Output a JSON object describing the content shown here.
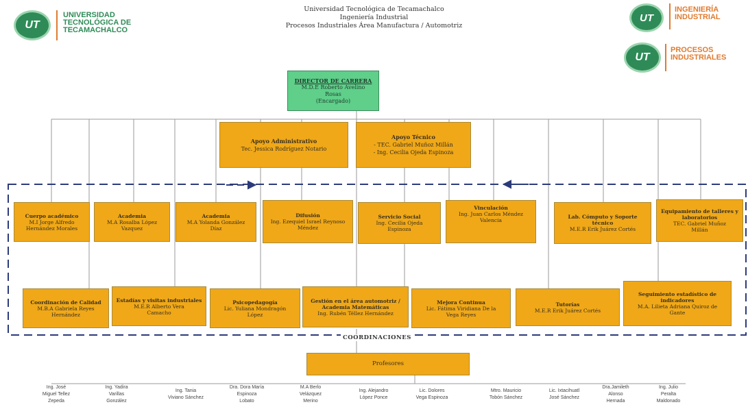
{
  "logos": {
    "utt": {
      "mark": "UT",
      "line1": "UNIVERSIDAD",
      "line2": "TECNOLÓGICA DE",
      "line3": "TECAMACHALCO"
    },
    "ingenieria": {
      "mark": "UT",
      "line1": "INGENIERÍA",
      "line2": "INDUSTRIAL"
    },
    "procesos": {
      "mark": "UT",
      "line1": "PROCESOS",
      "line2": "INDUSTRIALES"
    }
  },
  "header": {
    "line1": "Universidad Tecnológica de Tecamachalco",
    "line2": "Ingeniería Industrial",
    "line3": "Procesos Industriales Área Manufactura / Automotriz"
  },
  "director": {
    "title": "DIRECTOR DE CARRERA",
    "line1": "M.D.E Roberto Avelino",
    "line2": "Rosas",
    "line3": "(Encargado)"
  },
  "support": {
    "admin": {
      "title": "Apoyo Administrativo",
      "line1": "Tec. Jessica Rodríguez Notario"
    },
    "tech": {
      "title": "Apoyo Técnico",
      "line1": "- TEC. Gabriel Muñoz Millán",
      "line2": "- Ing. Cecilia Ojeda Espinoza"
    }
  },
  "row1": [
    {
      "title": "Cuerpo académico",
      "line1": "M.I Jorge Alfredo",
      "line2": "Hernández Morales"
    },
    {
      "title": "Academia",
      "line1": "M.A Rosalba López",
      "line2": "Vazquez"
    },
    {
      "title": "Academia",
      "line1": "M.A Yolanda González",
      "line2": "Díaz"
    },
    {
      "title": "Difusión",
      "line1": "Ing. Ezequiel Israel Reynoso",
      "line2": "Méndez"
    },
    {
      "title": "Servicio Social",
      "line1": "Ing. Cecilia Ojeda",
      "line2": "Espinoza"
    },
    {
      "title": "Vinculación",
      "line1": "Ing. Juan Carlos Méndez",
      "line2": "Valencia"
    },
    {
      "title": "Lab. Cómputo y Soporte técnico",
      "line1": "M.E.R Erik Juárez Cortés",
      "line2": ""
    },
    {
      "title": "Equipamiento de talleres y laboratorios",
      "line1": "TEC. Gabriel Muñoz",
      "line2": "Millán"
    }
  ],
  "row2": [
    {
      "title": "Coordinación de Calidad",
      "line1": "M.B.A Gabriela Reyes",
      "line2": "Hernández"
    },
    {
      "title": "Estadías y visitas industriales",
      "line1": "M.E.R Alberto Vera",
      "line2": "Camacho"
    },
    {
      "title": "Psicopedagogía",
      "line1": "Lic. Yuliana Mondragón",
      "line2": "López"
    },
    {
      "title": "Gestión en el área automotriz / Academia Matemáticas",
      "line1": "Ing. Rubén Téllez Hernández",
      "line2": ""
    },
    {
      "title": "Mejora Continua",
      "line1": "Lic. Fátima Viridiana De la",
      "line2": "Vega Reyes"
    },
    {
      "title": "Tutorías",
      "line1": "M.E.R Erik Juárez Cortés",
      "line2": ""
    },
    {
      "title": "Seguimiento estadístico de indicadores",
      "line1": "M.A. Lilieta Adriana Quiroz de",
      "line2": "Gante"
    }
  ],
  "coordinaciones": "COORDINACIONES",
  "profesores": "Profesores",
  "teachers": [
    {
      "l1": "Ing. José",
      "l2": "Miguel Tellez",
      "l3": "Zepeda"
    },
    {
      "l1": "Ing. Yadira",
      "l2": "Varillas",
      "l3": "González"
    },
    {
      "l1": "Ing. Tania",
      "l2": "Viviano Sánchez",
      "l3": ""
    },
    {
      "l1": "Dra. Dora María",
      "l2": "Espinoza",
      "l3": "Lobato"
    },
    {
      "l1": "M.A Berlo",
      "l2": "Velázquez",
      "l3": "Merino"
    },
    {
      "l1": "Ing. Alejandro",
      "l2": "López Ponce",
      "l3": ""
    },
    {
      "l1": "Lic. Dolores",
      "l2": "Vega Espinoza",
      "l3": ""
    },
    {
      "l1": "Mtro. Mauricio",
      "l2": "Tobón Sánchez",
      "l3": ""
    },
    {
      "l1": "Lic. Ixtacihuatl",
      "l2": "José Sánchez",
      "l3": ""
    },
    {
      "l1": "Dra.Jamileth",
      "l2": "Alonso",
      "l3": "Hernada"
    },
    {
      "l1": "Ing. Julio",
      "l2": "Peralta",
      "l3": "Maldonado"
    }
  ],
  "colors": {
    "box": "#f0a818",
    "director": "#5fcf8a",
    "dashed": "#2b3a7a",
    "logo_green": "#2e8b57",
    "logo_orange": "#e07a2e"
  }
}
